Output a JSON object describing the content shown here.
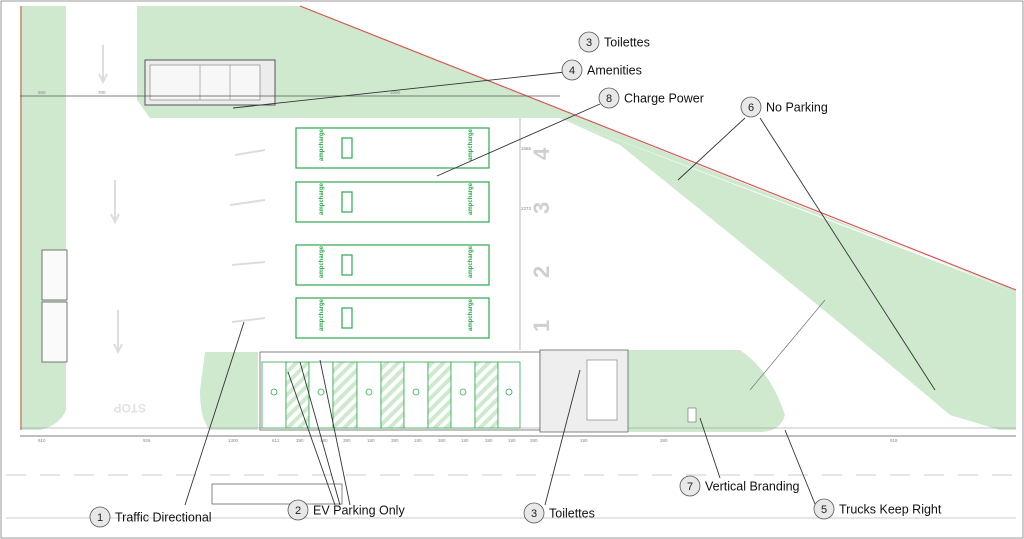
{
  "plan": {
    "stop_marking": "STOP",
    "brand_text": "ampcharge",
    "bay_numbers": [
      "4",
      "3",
      "2",
      "1"
    ],
    "dimensions": [
      "500",
      "700",
      "3500",
      "910",
      "926",
      "1300",
      "612",
      "390",
      "180",
      "380",
      "180",
      "380",
      "180",
      "380",
      "180",
      "380",
      "180",
      "380",
      "180",
      "380",
      "918",
      "1565",
      "2273"
    ],
    "colors": {
      "grass": "#cfe9cf",
      "grass_edge": "#b8dcb8",
      "ev_green": "#2fa84f",
      "boundary_red": "#d9534f",
      "line": "#555555"
    }
  },
  "callouts": [
    {
      "number": "3",
      "label": "Toilettes"
    },
    {
      "number": "4",
      "label": "Amenities"
    },
    {
      "number": "8",
      "label": "Charge Power"
    },
    {
      "number": "6",
      "label": "No Parking"
    },
    {
      "number": "1",
      "label": "Traffic Directional"
    },
    {
      "number": "2",
      "label": "EV Parking Only"
    },
    {
      "number": "3",
      "label": "Toilettes"
    },
    {
      "number": "7",
      "label": "Vertical Branding"
    },
    {
      "number": "5",
      "label": "Trucks Keep Right"
    }
  ]
}
